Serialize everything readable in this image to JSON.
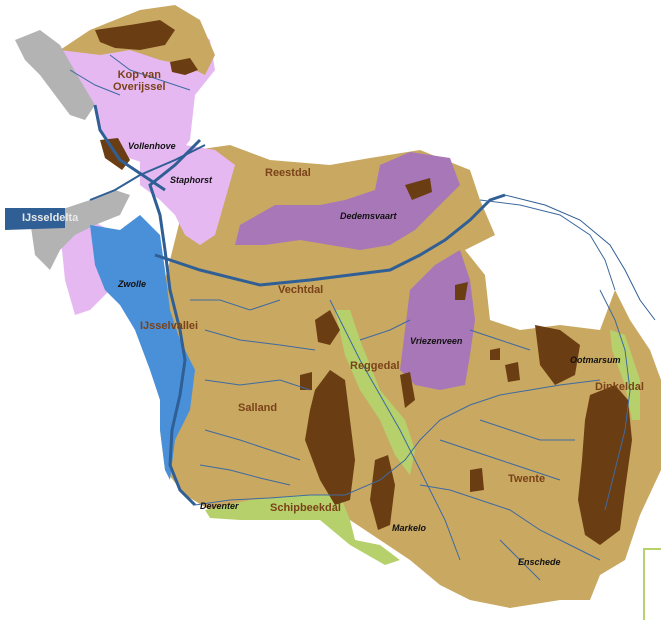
{
  "colors": {
    "sand": "#c9a862",
    "peat": "#e6b8f2",
    "moor": "#a877b8",
    "clay": "#4a90d9",
    "brown": "#6b3d12",
    "grey": "#b3b3b3",
    "green": "#b6d16c",
    "river": "#2f5f95",
    "label_region": "#7a4219",
    "label_city": "#111111"
  },
  "regions": {
    "kop_line1": "Kop van",
    "kop_line2": "Overijssel",
    "reestdal": "Reestdal",
    "ijsseldelta": "IJsseldelta",
    "vechtdal": "Vechtdal",
    "ijsselvallei": "IJsselvallei",
    "reggedal": "Reggedal",
    "salland": "Salland",
    "dinkeldal": "Dinkeldal",
    "twente": "Twente",
    "schipbeekdal": "Schipbeekdal"
  },
  "cities": {
    "vollenhove": "Vollenhove",
    "staphorst": "Staphorst",
    "dedemsvaart": "Dedemsvaart",
    "zwolle": "Zwolle",
    "vriezenveen": "Vriezenveen",
    "ootmarsum": "Ootmarsum",
    "deventer": "Deventer",
    "markelo": "Markelo",
    "enschede": "Enschede"
  }
}
